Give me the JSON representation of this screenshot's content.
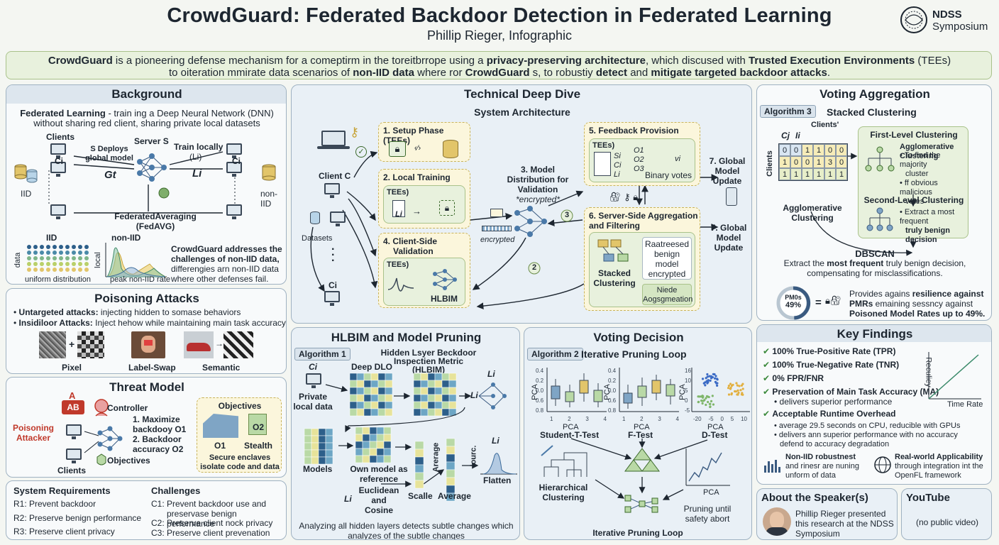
{
  "header": {
    "title": "CrowdGuard: Federated Backdoor Detection in Federated Learning",
    "subtitle": "Phillip Rieger, Infographic",
    "logo_line1": "NDSS",
    "logo_line2": "Symposium"
  },
  "intro": {
    "line1_a": "CrowdGuard",
    "line1_b": " is a pioneering defense mechanism for a comeptirm in the toreitbrrope using a ",
    "line1_c": "privacy-preserving architecture",
    "line1_d": ", which discused with ",
    "line1_e": "Trusted Execution Environments",
    "line1_f": " (TEEs)",
    "line2_a": "to oiteration mmirate data scenarios of ",
    "line2_b": "non-IID data",
    "line2_c": " where ror ",
    "line2_d": "CrowdGuard",
    "line2_e": " s, to robustiy ",
    "line2_f": "detect",
    "line2_g": " and ",
    "line2_h": "mitigate targeted backdoor attacks",
    "line2_i": "."
  },
  "background": {
    "title": "Background",
    "fl_bold": "Federated Learning",
    "fl_text1": " - train ing a Deep Neural Network (DNN)",
    "fl_text2": "without sharing red client, sharing private local datasets",
    "clients": "Clients",
    "ci": "Ci",
    "server": "Server S",
    "deploy": "S Deploys global model",
    "gt": "Gt",
    "train": "Train locally",
    "li_paren": "(Li)",
    "li": "Li",
    "iid": "IID",
    "non_iid": "non-IID",
    "fedavg1": "FederatedAveraging",
    "fedavg2": "(FedAVG)",
    "iid_label": "IID",
    "non_iid_label": "non-IID",
    "data_axis": "data",
    "local_axis": "local",
    "uniform": "uniform distribution",
    "peak": "peak non-IID rate",
    "note_bold": "CrowdGuard addresses the",
    "note_bold2": "challenges of non-IID data,",
    "note_text": "differengies arn non-IID data",
    "note_text2": "where other defenses fail."
  },
  "poisoning": {
    "title": "Poisoning Attacks",
    "untargeted_bold": "Untargeted attacks:",
    "untargeted_text": " injecting hidden to somase behaviors",
    "insid_bold": "Insidiloor Attacks:",
    "insid_text": " Inject hehow while maintaining main task accuracy",
    "pixel": "Pixel",
    "label_swap": "Label-Swap",
    "semantic": "Semantic"
  },
  "threat": {
    "title": "Threat Model",
    "a": "A",
    "ab": "AB",
    "poisoning": "Poisoning",
    "attacker": "Attacker",
    "controller": "Controller",
    "obj1": "1. Maximize",
    "obj1b": "backdooy O1",
    "obj2": "2. Backdoor",
    "obj2b": "accuracy O2",
    "clients": "Clients",
    "objectives": "Objectives",
    "obj_box_title": "Objectives",
    "o1": "O1",
    "o2": "O2",
    "stealth": "Stealth",
    "enclave1": "Secure enclaves",
    "enclave2": "isolate code and data"
  },
  "requirements": {
    "title": "System Requirements",
    "r1": "R1: Prevent backdoor",
    "r2": "R2: Preserve benign performance",
    "r3": "R3: Preserve client privacy",
    "ch_title": "Challenges",
    "c1a": "C1: Prevent backdoor use and",
    "c1b": "preservase benign performance",
    "c2": "C2: Preserve client nock privacy",
    "c3": "C3: Preserve client prevenation"
  },
  "technical": {
    "title": "Technical Deep Dive",
    "system": "System Architecture",
    "setup": "1. Setup Phase (TEEs)",
    "local": "2. Local Training",
    "tees": "TEEs)",
    "li": "Li",
    "client_c": "Client C",
    "datasets": "Datasets",
    "ci": "Ci",
    "validation": "4. Client-Side",
    "validation2": "Validation",
    "hlbim": "HLBIM",
    "model_dist1": "3. Model",
    "model_dist2": "Distribution for",
    "model_dist3": "Validation",
    "model_dist4": "*encrypted*",
    "encrypted": "encrypted",
    "feedback": "5. Feedback Provision",
    "binary": "Binary votes",
    "s_i": "Si",
    "c_i": "Ci",
    "l_i": "Li",
    "o1": "O1",
    "o2": "O2",
    "o3": "O3",
    "vi": "vi",
    "global1": "7. Global",
    "global2": "Model",
    "global3": "Update",
    "server_agg1": "6. Server-Side Aggregation",
    "server_agg2": "and Filtering",
    "stacked1": "Stacked",
    "stacked2": "Clustering",
    "raat1": "Raatreesed",
    "raat2": "benign",
    "raat3": "model",
    "raat4": "encrypted",
    "niede1": "Niede",
    "niede2": "Aogsgmeation",
    "n2": "2",
    "n3": "3"
  },
  "hlbim": {
    "title": "HLBIM and Model Pruning",
    "algo": "Algorithm 1",
    "ci": "Ci",
    "private1": "Private",
    "private2": "local data",
    "deep": "Deep DLO",
    "hidden1": "Hidden Lsyer Beckdoor",
    "hidden2": "Inspectien Metric",
    "hidden3": "(HLBIM)",
    "li": "Li",
    "li2": "Li",
    "models": "Models",
    "own1": "Own model as",
    "own2": "reference",
    "arerage": "Arerage",
    "scalle": "Scalle",
    "average": "Average",
    "louric": "lourc.",
    "flatten": "Flatten",
    "euclid1": "Euclidean",
    "euclid2": "and",
    "euclid3": "Cosine",
    "li3": "Li",
    "footer1": "Analyzing all hidden layers detects subtle changes which",
    "footer2": "analyzes of the subtle changes"
  },
  "voting_decision": {
    "title": "Voting Decision",
    "algo": "Algorithm 2",
    "iter": "Iterative Pruning Loop",
    "pca": "PCA",
    "student": "Student-T-Test",
    "ftest": "F-Test",
    "dtest": "D-Test",
    "hier1": "Hierarchical",
    "hier2": "Clustering",
    "prune1": "Pruning until",
    "prune2": "safety abort",
    "iter_bottom": "Iterative Pruning Loop",
    "y1": "0.4",
    "y2": "0.2",
    "y3": "0.0",
    "y4": "0.6",
    "y5": "0.8",
    "x1": "1",
    "x2": "2",
    "x3": "3",
    "x4": "4",
    "s1": "16",
    "s2": "10",
    "s3": "5",
    "s4": "0",
    "s5": "-5",
    "sx1": "-20",
    "sx2": "-5",
    "sx3": "0",
    "sx4": "5",
    "sx5": "10"
  },
  "voting_agg": {
    "title": "Voting Aggregation",
    "algo": "Algorithm 3",
    "stacked": "Stacked Clustering",
    "cj": "Cj",
    "li": "Ii",
    "clients_top": "Clients'",
    "clients_side": "Clients",
    "matrix": [
      [
        "0",
        "0",
        "1",
        "1",
        "0",
        "0"
      ],
      [
        "1",
        "0",
        "0",
        "1",
        "3",
        "0"
      ],
      [
        "1",
        "1",
        "1",
        "1",
        "1",
        "1"
      ]
    ],
    "first": "First-Level Clustering",
    "aggl": "Agglomerative Clustering",
    "find1": "To find the majority",
    "find2": "cluster",
    "obvious1": "ff obvious malicious",
    "obvious2": "votes",
    "aggl_left1": "Agglomerative",
    "aggl_left2": "Clustering",
    "second": "Second-Level Clustering",
    "extract1": "Extract a most frequent",
    "extract2": "truly benign decision",
    "dbscan": "DBSCAN",
    "db1_a": "Extract the ",
    "db1_b": "most frequent",
    "db1_c": " truly benign decision,",
    "db2": "compensating for misclassifications.",
    "pm": "PM0s",
    "pct": "49%",
    "eq": "=",
    "res1_a": "Provides agains ",
    "res1_b": "resilience against",
    "res2_a": "PMRs",
    "res2_b": " emaining sessncy against",
    "res3": "Poisoned Model Rates up to 49%."
  },
  "findings": {
    "title": "Key Findings",
    "f1": "100% True-Positive Rate (TPR)",
    "f2": "100% True-Negative Rate (TNR)",
    "f3": "0% FPR/FNR",
    "f4": "Preservation of Main Task Accuracy (MA)",
    "f4s": "delivers superior performance",
    "f5": "Acceptable Runtime Overhead",
    "f5s1": "average 29.5 seconds on CPU, reducible with GPUs",
    "f5s2a": "delivers ann superior performance with no accuracy",
    "f5s2b": "defend to accuracy degradation",
    "chart_y": "Reculiey",
    "chart_x": "Time Rate",
    "noniid1": "Non-IID robustnest",
    "noniid2": "and rinesr are nuning",
    "noniid3": "unform of data",
    "real1": "Real-world Applicability",
    "real2": "through integration int the",
    "real3": "OpenFL framework"
  },
  "speaker": {
    "title": "About the Speaker(s)",
    "line1": "Phillip Rieger presented",
    "line2": "this research at the NDSS",
    "line3": "Symposium"
  },
  "youtube": {
    "title": "YouTube",
    "text": "(no public video)"
  },
  "colors": {
    "dark": "#1d2630",
    "accent_red": "#c0392b",
    "yellow_box": "#fbf6dc",
    "green_box": "#e8f1dd",
    "heat_1": "#2d5f8a",
    "heat_2": "#6da6c5",
    "heat_3": "#b9d9a6",
    "heat_4": "#e7e39a"
  }
}
